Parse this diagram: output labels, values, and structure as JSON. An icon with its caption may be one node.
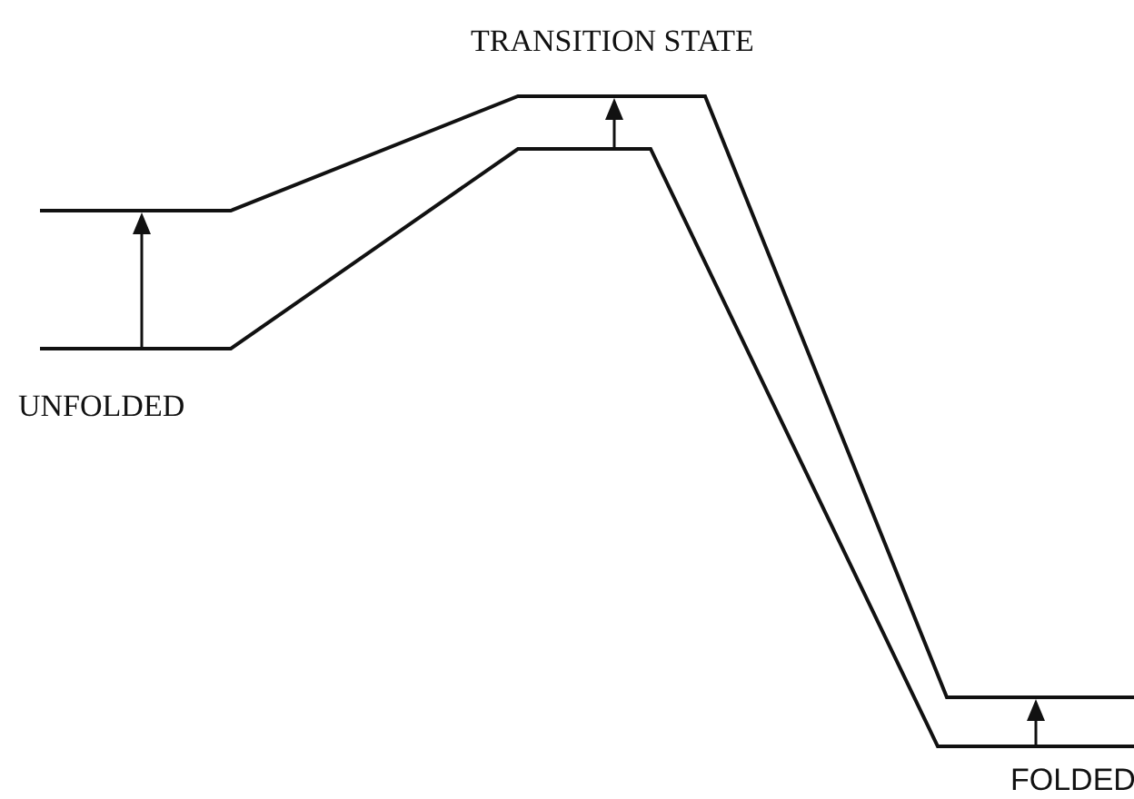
{
  "diagram": {
    "labels": [
      "TRANSITION STATE",
      "UNFOLDED",
      "FOLDED"
    ]
  }
}
